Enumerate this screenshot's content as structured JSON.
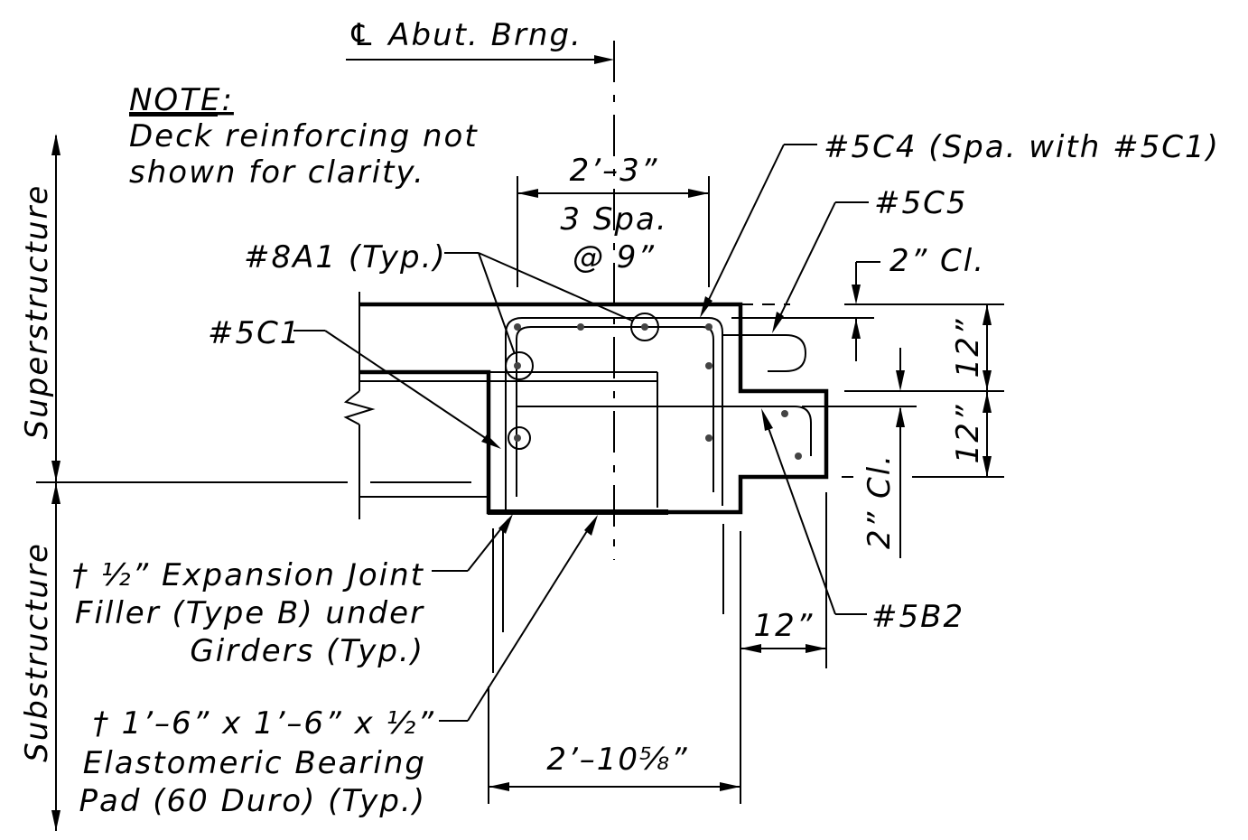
{
  "labels": {
    "cl_abut": "℄ Abut. Brng.",
    "note_title": "NOTE:",
    "note_line1": "Deck reinforcing not",
    "note_line2": "shown for clarity.",
    "dim_2_3": "2’–3”",
    "spa_line1": "3 Spa.",
    "spa_line2": "@ 9”",
    "bar_5c4": "#5C4 (Spa. with #5C1)",
    "bar_5c5": "#5C5",
    "bar_8a1": "#8A1 (Typ.)",
    "bar_5c1": "#5C1",
    "bar_5b2": "#5B2",
    "clear_top": "2” Cl.",
    "clear_bottom": "2” Cl.",
    "dim_12_top": "12”",
    "dim_12_bottom": "12”",
    "dim_12_horiz": "12”",
    "dim_total": "2’–10⅝”",
    "superstructure": "Superstructure",
    "substructure": "Substructure",
    "joint_line1": "† ½” Expansion Joint",
    "joint_line2": "Filler (Type B) under",
    "joint_line3": "Girders (Typ.)",
    "pad_line1": "† 1’–6” x 1’–6” x ½”",
    "pad_line2": "Elastomeric Bearing",
    "pad_line3": "Pad (60 Duro) (Typ.)"
  }
}
